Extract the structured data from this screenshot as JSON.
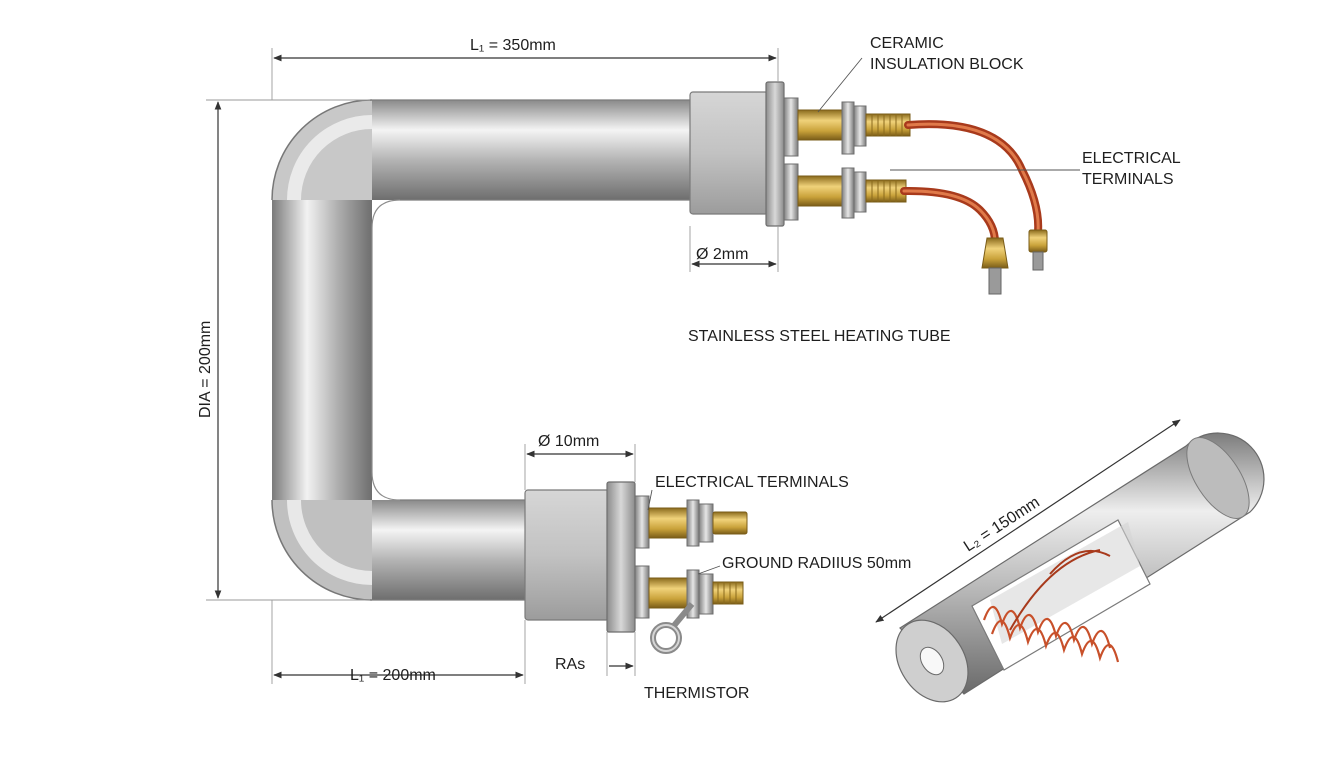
{
  "labels": {
    "l1_top": "L₁ = 350mm",
    "l1_bottom": "L₁ = 200mm",
    "dia": "DIA = 200mm",
    "ceramic_line1": "CERAMIC",
    "ceramic_line2": "INSULATION BLOCK",
    "electrical_terminals_top_line1": "ELECTRICAL",
    "electrical_terminals_top_line2": "TERMINALS",
    "diameter_small": "Ø  2mm",
    "diameter_10": "Ø 10mm",
    "stainless_tube": "STAINLESS STEEL HEATING TUBE",
    "electrical_terminals_bottom": "ELECTRICAL TERMINALS",
    "ground_radius": "GROUND RADIIUS 50mm",
    "ras": "RAs",
    "thermistor": "THERMISTOR",
    "l2": "L₂ = 150mm"
  },
  "colors": {
    "tube_highlight": "#f4f4f4",
    "tube_mid": "#b4b4b4",
    "tube_dark": "#707070",
    "brass": "#c9a23a",
    "copper_wire": "#c8502a",
    "dimension_line": "#333333"
  }
}
